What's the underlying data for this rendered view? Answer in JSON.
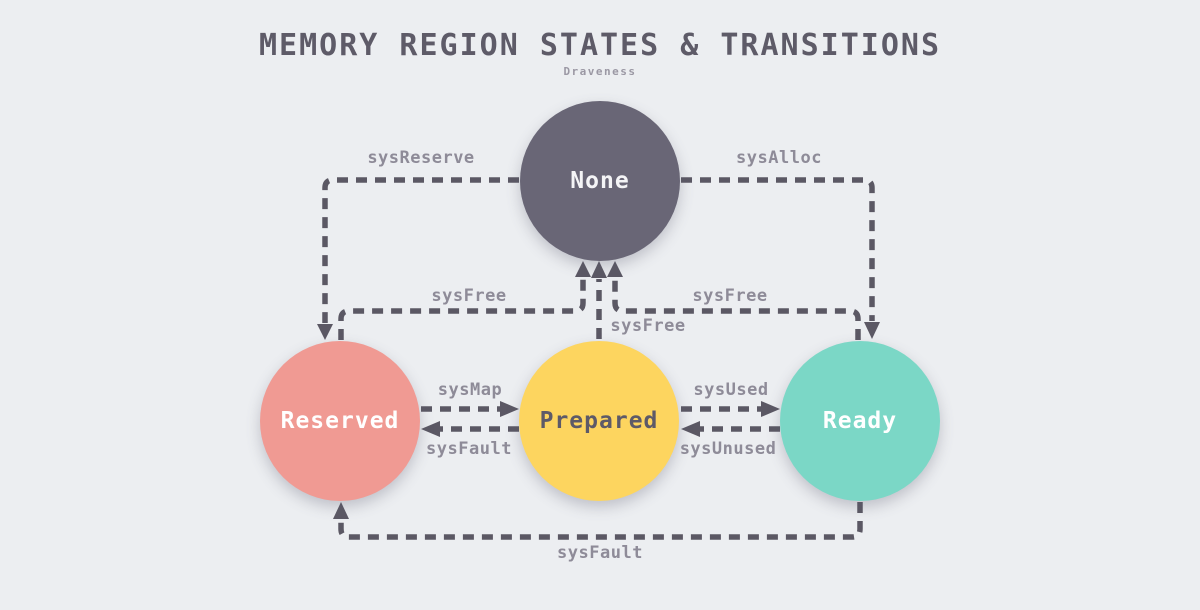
{
  "title": "MEMORY REGION STATES & TRANSITIONS",
  "subtitle": "Draveness",
  "colors": {
    "background": "#eceef1",
    "line": "#5b5864",
    "edge_label": "#8e8b98",
    "title": "#5e5b68",
    "subtitle": "#9b98a4"
  },
  "nodes": [
    {
      "id": "none",
      "label": "None",
      "color": "#696676",
      "text_color": "#f4f4f6"
    },
    {
      "id": "reserved",
      "label": "Reserved",
      "color": "#f09a93",
      "text_color": "#ffffff"
    },
    {
      "id": "prepared",
      "label": "Prepared",
      "color": "#fdd55f",
      "text_color": "#5d5a68"
    },
    {
      "id": "ready",
      "label": "Ready",
      "color": "#7bd7c6",
      "text_color": "#ffffff"
    }
  ],
  "edges": [
    {
      "label": "sysReserve",
      "from": "None",
      "to": "Reserved"
    },
    {
      "label": "sysAlloc",
      "from": "None",
      "to": "Ready"
    },
    {
      "label": "sysFree",
      "from": "Reserved",
      "to": "None"
    },
    {
      "label": "sysFree",
      "from": "Prepared",
      "to": "None"
    },
    {
      "label": "sysFree",
      "from": "Ready",
      "to": "None"
    },
    {
      "label": "sysMap",
      "from": "Reserved",
      "to": "Prepared"
    },
    {
      "label": "sysFault",
      "from": "Prepared",
      "to": "Reserved"
    },
    {
      "label": "sysUsed",
      "from": "Prepared",
      "to": "Ready"
    },
    {
      "label": "sysUnused",
      "from": "Ready",
      "to": "Prepared"
    },
    {
      "label": "sysFault",
      "from": "Ready",
      "to": "Reserved"
    }
  ]
}
